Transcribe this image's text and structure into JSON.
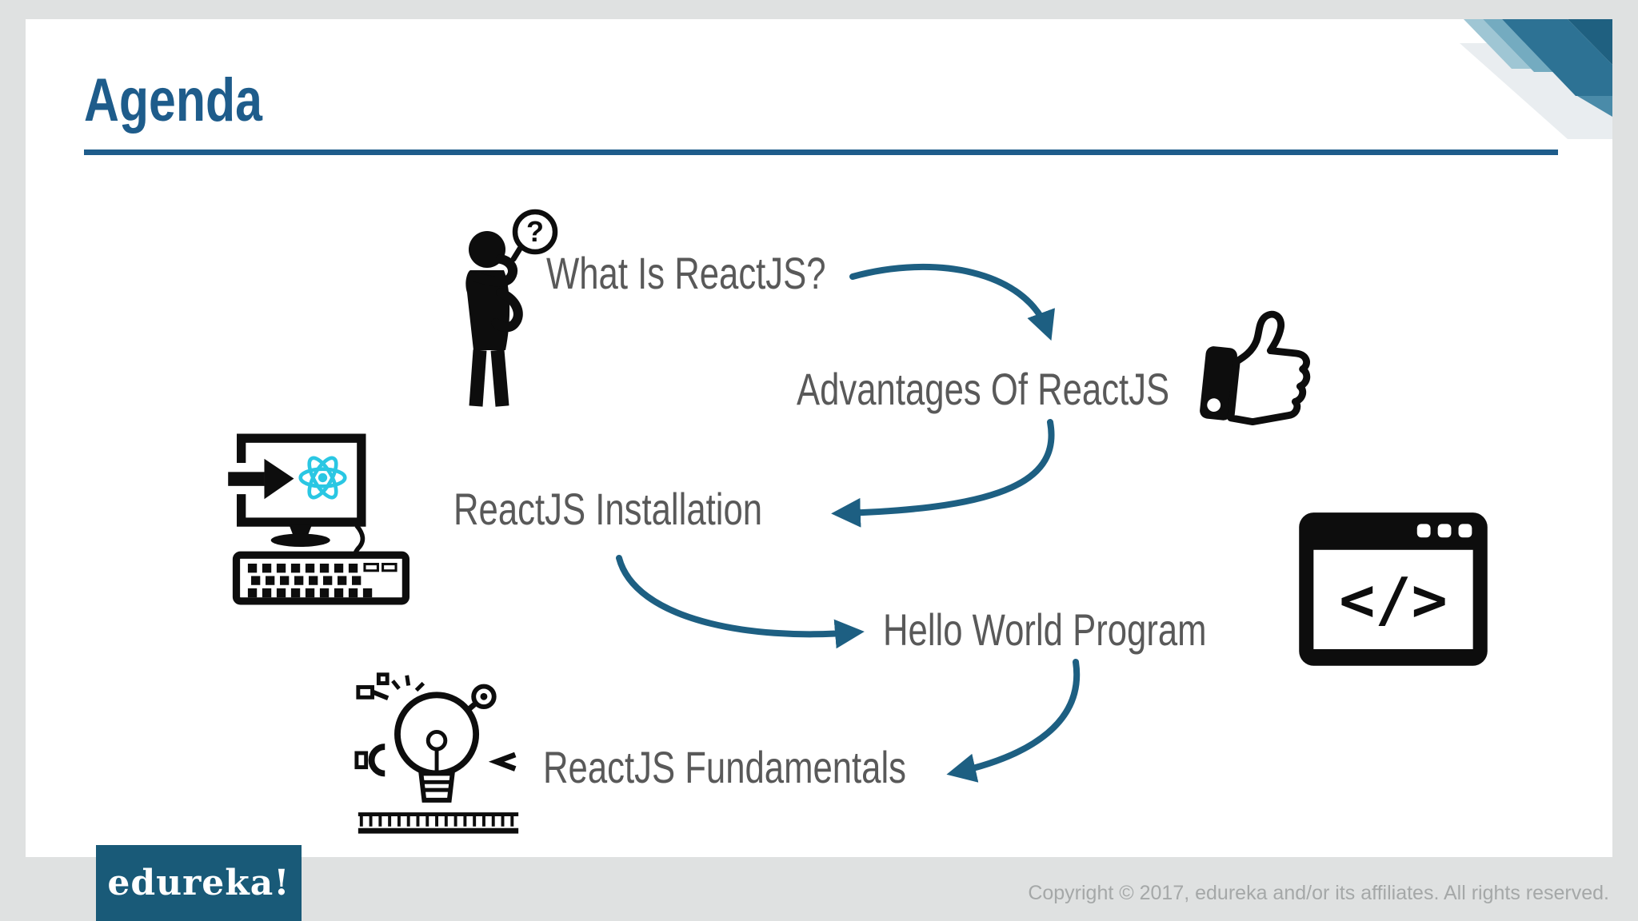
{
  "slide": {
    "title": "Agenda",
    "items": [
      {
        "label": "What Is ReactJS?"
      },
      {
        "label": "Advantages Of ReactJS"
      },
      {
        "label": "ReactJS Installation"
      },
      {
        "label": "Hello World Program"
      },
      {
        "label": "ReactJS Fundamentals"
      }
    ]
  },
  "glyphs": {
    "question_mark": "?",
    "code": "</>"
  },
  "icons": {
    "step_1": "thinking-person-icon",
    "step_2": "thumbs-up-icon",
    "step_3": "computer-install-icon",
    "step_4": "code-window-icon",
    "step_5": "idea-bulb-icon"
  },
  "footer": {
    "logo": "edureka!",
    "copyright": "Copyright © 2017, edureka and/or its affiliates. All rights reserved."
  },
  "colors": {
    "accent": "#1e5c8b",
    "arrow": "#1d5f82",
    "item_text": "#595959",
    "bg": "#dfe1e1",
    "card": "#ffffff",
    "logo_bg": "#195a78",
    "react": "#2ac7e3",
    "copyright_text": "#a5a8a8",
    "icon_black": "#0d0d0d"
  }
}
